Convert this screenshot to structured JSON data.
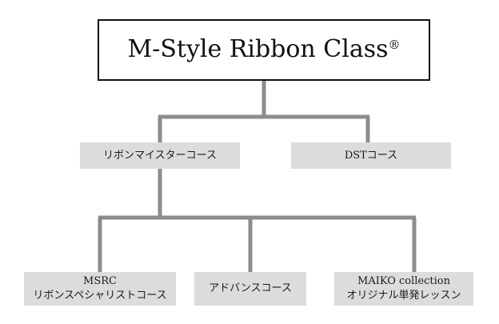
{
  "diagram": {
    "root": {
      "title": "M-Style Ribbon Class",
      "mark": "®"
    },
    "level1": [
      {
        "label": "リボンマイスターコース"
      },
      {
        "label": "DSTコース"
      }
    ],
    "level2": [
      {
        "line1": "MSRC",
        "line2": "リボンスペシャリストコース"
      },
      {
        "line1": "アドバンスコース",
        "line2": ""
      },
      {
        "line1": "MAIKO collection",
        "line2": "オリジナル単発レッスン"
      }
    ],
    "colors": {
      "connector": "#8c8c8c",
      "box_fill": "#dcdcdc",
      "root_border": "#111111"
    }
  }
}
